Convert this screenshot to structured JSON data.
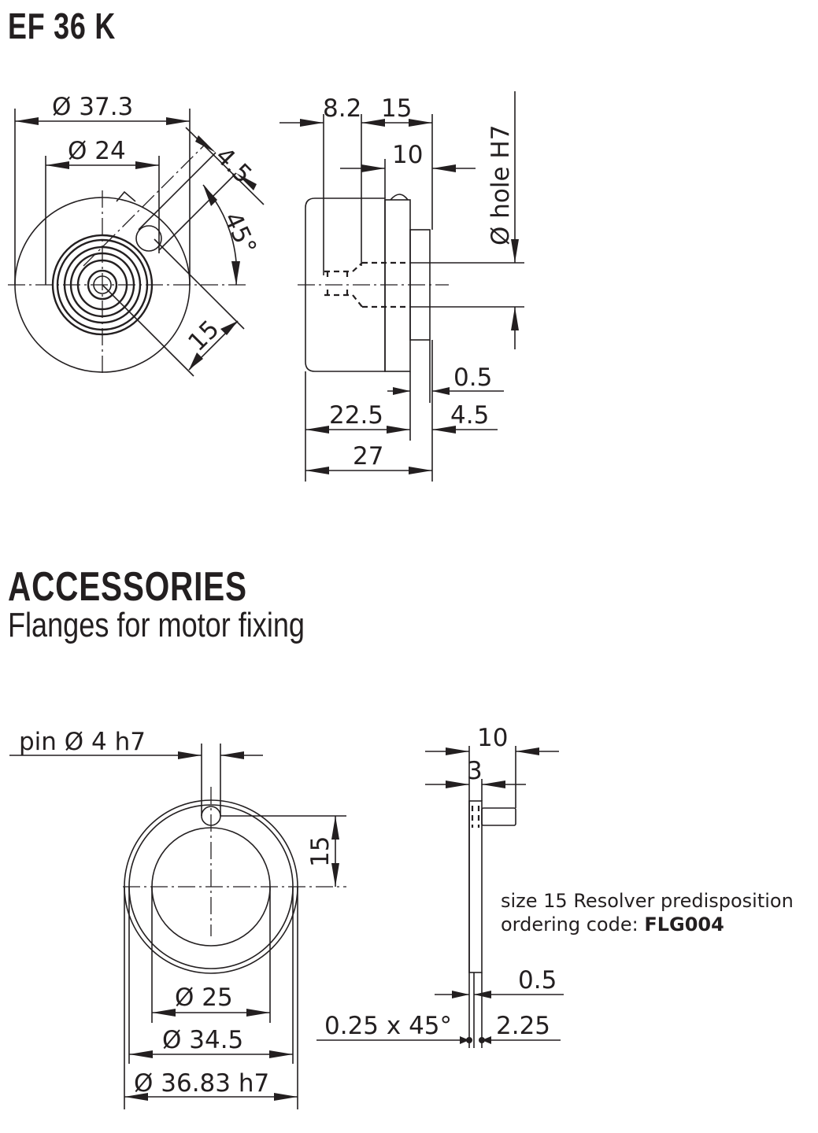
{
  "header": {
    "title": "EF 36 K"
  },
  "accessories": {
    "title": "ACCESSORIES",
    "subtitle": "Flanges for motor fixing"
  },
  "encoder_front_view": {
    "dim_outer_dia": "Ø 37.3",
    "dim_inner_dia": "Ø 24",
    "dim_slot_width": "4.5",
    "dim_angle": "45°",
    "dim_slot_length": "15"
  },
  "encoder_side_view": {
    "dim_8_2": "8.2",
    "dim_15": "15",
    "dim_10": "10",
    "dim_hole": "Ø hole H7",
    "dim_0_5": "0.5",
    "dim_22_5": "22.5",
    "dim_4_5": "4.5",
    "dim_27": "27"
  },
  "flange_front_view": {
    "dim_pin": "pin  Ø  4  h7",
    "dim_15": "15",
    "dim_25": "Ø  25",
    "dim_34_5": "Ø  34.5",
    "dim_36_83": "Ø  36.83  h7"
  },
  "flange_side_view": {
    "dim_10": "10",
    "dim_3": "3",
    "dim_0_5": "0.5",
    "dim_chamfer": "0.25  x 45°",
    "dim_2_25": "2.25"
  },
  "note": {
    "line1": "size  15  Resolver  predisposition",
    "line2_prefix": "ordering code: ",
    "line2_code": "FLG004"
  },
  "colors": {
    "line": "#231f20",
    "fill_light": "#f2f2f2",
    "fill_mid": "#e3e3e3",
    "fill_dark": "#cfcfcf"
  }
}
